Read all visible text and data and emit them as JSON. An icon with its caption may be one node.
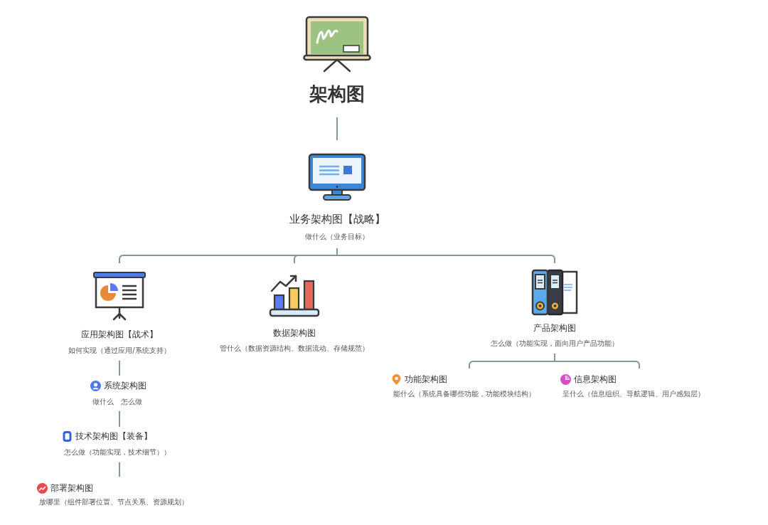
{
  "diagram": {
    "nodes": [
      {
        "text": [
          "架构图"
        ]
      },
      {
        "text": [
          "业务架构图【战略】",
          "做什么（业务目标）"
        ]
      },
      {
        "text": [
          "应用架构图【战术】",
          "如何实现（通过应用/系统支持）"
        ]
      },
      {
        "text": [
          "系统架构图",
          "做什么　怎么做"
        ]
      },
      {
        "text": [
          "技术架构图【装备】",
          "怎么做（功能实现，技术细节））"
        ]
      },
      {
        "text": [
          "部署架构图",
          "放哪里（组件部署位置、节点关系、资源规划）"
        ]
      },
      {
        "text": [
          "数据架构图",
          "管什么（数据资源结构、数据流动、存储规范）"
        ]
      },
      {
        "text": [
          "产品架构图",
          "怎么做（功能实现，面向用户产品功能）"
        ]
      },
      {
        "text": [
          "功能架构图",
          "能什么（系统具备哪些功能，功能模块结构）"
        ]
      },
      {
        "text": [
          "信息架构图",
          "呈什么（信息组织、导航逻辑、用户感知层）"
        ]
      }
    ],
    "edges": [
      {
        "from": 0,
        "to": 1,
        "arrow": "none"
      },
      {
        "from": 1,
        "to": 2,
        "arrow": "none"
      },
      {
        "from": 1,
        "to": 6,
        "arrow": "none"
      },
      {
        "from": 1,
        "to": 7,
        "arrow": "none"
      },
      {
        "from": 2,
        "to": 3,
        "arrow": "none"
      },
      {
        "from": 3,
        "to": 4,
        "arrow": "none"
      },
      {
        "from": 4,
        "to": 5,
        "arrow": "none"
      },
      {
        "from": 7,
        "to": 8,
        "arrow": "none"
      },
      {
        "from": 7,
        "to": 9,
        "arrow": "none"
      }
    ]
  }
}
